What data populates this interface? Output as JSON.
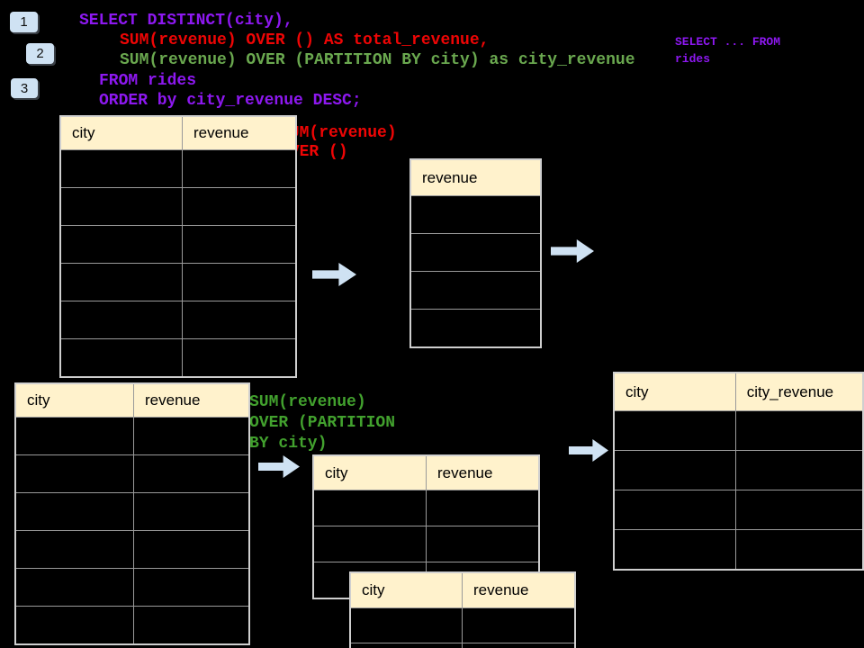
{
  "colors": {
    "background": "#000000",
    "purple": "#8d18f0",
    "red": "#ee0505",
    "code_green": "#6aa84f",
    "annot_green": "#42a12e",
    "badge_blue": "#cfe2f3",
    "arrow_blue": "#cfe2f3",
    "table_header_bg": "#fff2cc",
    "table_border": "#9a9a9a"
  },
  "steps": {
    "badge1": "1",
    "badge2": "2",
    "badge3": "3"
  },
  "code": {
    "lines": [
      {
        "text": "SELECT DISTINCT(city),",
        "color": "purple"
      },
      {
        "text": "SUM(revenue) OVER () AS total_revenue,",
        "color": "red"
      },
      {
        "text": "SUM(revenue) OVER (PARTITION BY city) as city_revenue",
        "color": "code_green"
      },
      {
        "text": "FROM rides",
        "color": "purple"
      },
      {
        "text": "ORDER by city_revenue DESC;",
        "color": "purple"
      }
    ]
  },
  "side_note": {
    "text": "SELECT ... FROM\nrides",
    "color": "purple"
  },
  "annotations": {
    "total": {
      "text": "SUM(revenue)\nOVER ()",
      "color": "red"
    },
    "partition": {
      "text": "SUM(revenue)\nOVER (PARTITION\nBY city)",
      "color": "annot_green"
    }
  },
  "tables": {
    "rides_top": {
      "headers": [
        "city",
        "revenue"
      ],
      "empty_rows": 6
    },
    "total_result": {
      "headers": [
        "revenue"
      ],
      "empty_rows": 4
    },
    "rides_bottom": {
      "headers": [
        "city",
        "revenue"
      ],
      "empty_rows": 6
    },
    "partition_a": {
      "headers": [
        "city",
        "revenue"
      ],
      "empty_rows": 3
    },
    "partition_b": {
      "headers": [
        "city",
        "revenue"
      ],
      "empty_rows": 2
    },
    "city_result": {
      "headers": [
        "city",
        "city_revenue"
      ],
      "empty_rows": 4
    }
  }
}
